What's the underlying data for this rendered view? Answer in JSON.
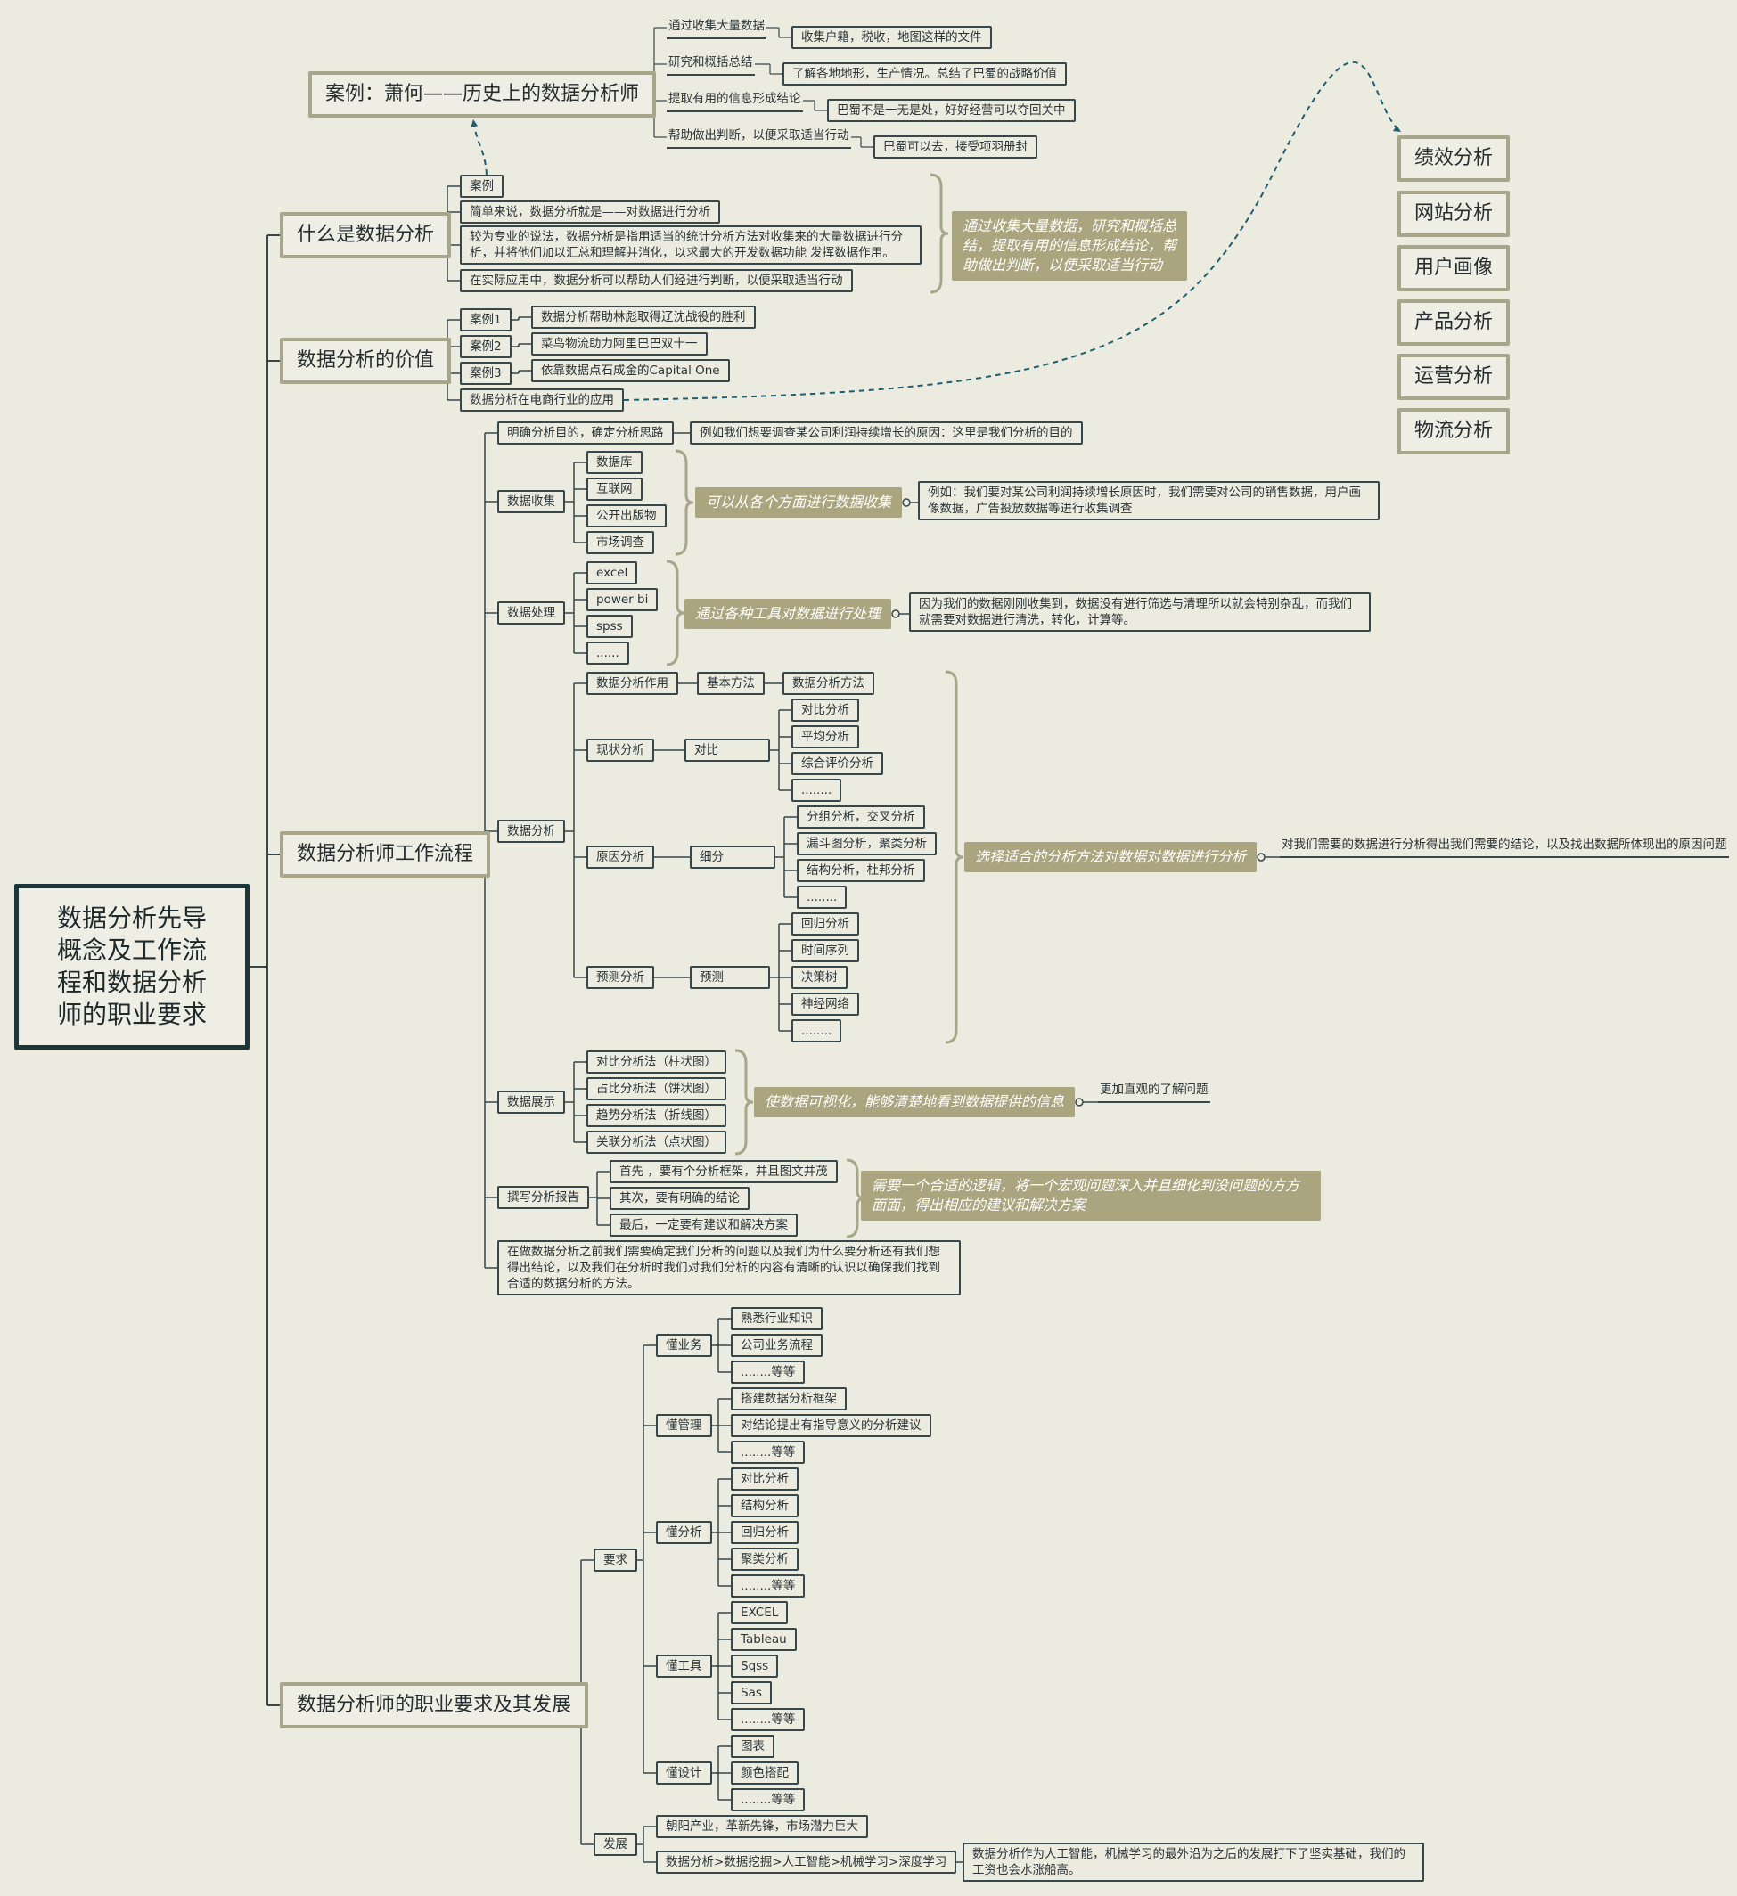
{
  "root": "数据分析先导概念及工作流程和数据分析师的职业要求",
  "topics": {
    "what": "什么是数据分析",
    "value": "数据分析的价值",
    "flow": "数据分析师工作流程",
    "career": "数据分析师的职业要求及其发展"
  },
  "case_title": "案例：萧何——历史上的数据分析师",
  "case_items": [
    {
      "step": "通过收集大量数据",
      "detail": "收集户籍，税收，地图这样的文件"
    },
    {
      "step": "研究和概括总结",
      "detail": "了解各地地形，生产情况。总结了巴蜀的战略价值"
    },
    {
      "step": "提取有用的信息形成结论",
      "detail": "巴蜀不是一无是处，好好经营可以夺回关中"
    },
    {
      "step": "帮助做出判断，以便采取适当行动",
      "detail": "巴蜀可以去，接受项羽册封"
    }
  ],
  "what_items": [
    "案例",
    "简单来说，数据分析就是——对数据进行分析",
    "较为专业的说法，数据分析是指用适当的统计分析方法对收集来的大量数据进行分析，并将他们加以汇总和理解并消化，以求最大的开发数据功能 发挥数据作用。",
    "在实际应用中，数据分析可以帮助人们经进行判断，以便采取适当行动"
  ],
  "what_summary": "通过收集大量数据，研究和概括总结，提取有用的信息形成结论，帮助做出判断，以便采取适当行动",
  "value_items": [
    {
      "label": "案例1",
      "detail": "数据分析帮助林彪取得辽沈战役的胜利"
    },
    {
      "label": "案例2",
      "detail": "菜鸟物流助力阿里巴巴双十一"
    },
    {
      "label": "案例3",
      "detail": "依靠数据点石成金的Capital One"
    }
  ],
  "value_ecommerce": "数据分析在电商行业的应用",
  "ecommerce_apps": [
    "绩效分析",
    "网站分析",
    "用户画像",
    "产品分析",
    "运营分析",
    "物流分析"
  ],
  "flow": {
    "goal": "明确分析目的，确定分析思路",
    "goal_example": "例如我们想要调查某公司利润持续增长的原因：这里是我们分析的目的",
    "collect": "数据收集",
    "collect_items": [
      "数据库",
      "互联网",
      "公开出版物",
      "市场调查"
    ],
    "collect_summary": "可以从各个方面进行数据收集",
    "collect_example": "例如：我们要对某公司利润持续增长原因时，我们需要对公司的销售数据，用户画像数据，广告投放数据等进行收集调查",
    "process": "数据处理",
    "process_items": [
      "excel",
      "power bi",
      "spss",
      "......"
    ],
    "process_summary": "通过各种工具对数据进行处理",
    "process_example": "因为我们的数据刚刚收集到，数据没有进行筛选与清理所以就会特别杂乱，而我们就需要对数据进行清洗，转化，计算等。",
    "analysis": "数据分析",
    "analysis_role": "数据分析作用",
    "basic_method": "基本方法",
    "analysis_method": "数据分析方法",
    "status": "现状分析",
    "compare": "对比",
    "compare_items": [
      "对比分析",
      "平均分析",
      "综合评价分析",
      "........"
    ],
    "cause": "原因分析",
    "detail": "细分",
    "detail_items": [
      "分组分析，交叉分析",
      "漏斗图分析，聚类分析",
      "结构分析，杜邦分析",
      "........"
    ],
    "predict": "预测分析",
    "predict_node": "预测",
    "predict_items": [
      "回归分析",
      "时间序列",
      "决策树",
      "神经网络",
      "........"
    ],
    "analysis_summary": "选择适合的分析方法对数据对数据进行分析",
    "analysis_note": "对我们需要的数据进行分析得出我们需要的结论，以及找出数据所体现出的原因问题",
    "display": "数据展示",
    "display_items": [
      "对比分析法（柱状图）",
      "占比分析法（饼状图）",
      "趋势分析法（折线图）",
      "关联分析法（点状图）"
    ],
    "display_summary": "使数据可视化，能够清楚地看到数据提供的信息",
    "display_note": "更加直观的了解问题",
    "report": "撰写分析报告",
    "report_items": [
      "首先 ，要有个分析框架，并且图文并茂",
      "其次，要有明确的结论",
      "最后，一定要有建议和解决方案"
    ],
    "report_summary": "需要一个合适的逻辑，将一个宏观问题深入并且细化到没问题的方方面面，得出相应的建议和解决方案",
    "flow_note": "在做数据分析之前我们需要确定我们分析的问题以及我们为什么要分析还有我们想得出结论，以及我们在分析时我们对我们分析的内容有清晰的认识以确保我们找到合适的数据分析的方法。"
  },
  "career": {
    "requirements": "要求",
    "groups": [
      {
        "label": "懂业务",
        "items": [
          "熟悉行业知识",
          "公司业务流程",
          "........等等"
        ]
      },
      {
        "label": "懂管理",
        "items": [
          "搭建数据分析框架",
          "对结论提出有指导意义的分析建议",
          "........等等"
        ]
      },
      {
        "label": "懂分析",
        "items": [
          "对比分析",
          "结构分析",
          "回归分析",
          "聚类分析",
          "........等等"
        ]
      },
      {
        "label": "懂工具",
        "items": [
          "EXCEL",
          "Tableau",
          "Sqss",
          "Sas",
          "........等等"
        ]
      },
      {
        "label": "懂设计",
        "items": [
          "图表",
          "颜色搭配",
          "........等等"
        ]
      }
    ],
    "development": "发展",
    "dev_items": [
      "朝阳产业，革新先锋，市场潜力巨大",
      "数据分析>数据挖掘>人工智能>机械学习>深度学习"
    ],
    "dev_note": "数据分析作为人工智能，机械学习的最外沿为之后的发展打下了坚实基础，我们的工资也会水涨船高。"
  },
  "colors": {
    "background": "#ecebdf",
    "line": "#37474a",
    "topic_border": "#a8a68a",
    "summary_fill": "#aba57f",
    "root_border": "#1c3639",
    "dashed_arrow": "#1f5e70"
  }
}
